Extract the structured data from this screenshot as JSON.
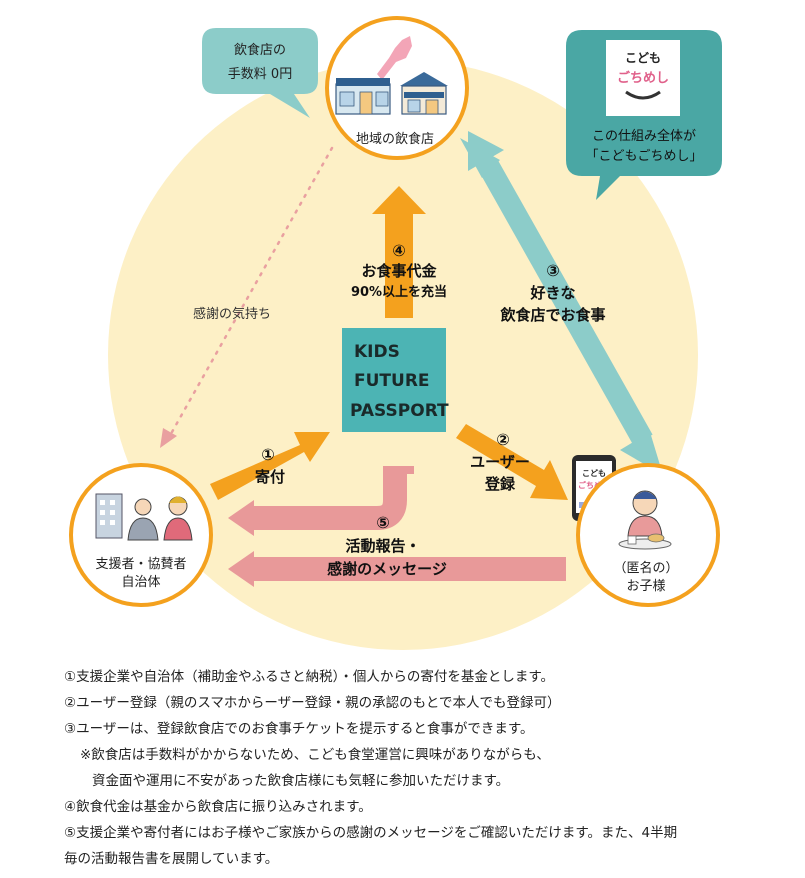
{
  "colors": {
    "orange": "#f4a11e",
    "circle_bg": "#fdf0c6",
    "teal": "#4aa7a4",
    "teal_arrow": "#8cccc9",
    "pink": "#e89999",
    "kids_box": "#4cb4b4",
    "dot_pink": "#e9a0a0"
  },
  "nodes": {
    "restaurant": {
      "label": "地域の飲食店",
      "icon": "restaurant-icon"
    },
    "supporter": {
      "label_line1": "支援者・協賛者",
      "label_line2": "自治体",
      "icon": "office-building-icon"
    },
    "child": {
      "label_line1": "（匿名の）",
      "label_line2": "お子様",
      "icon": "child-eating-icon"
    }
  },
  "callouts": {
    "fee_line1": "飲食店の",
    "fee_line2": "手数料 0円",
    "logo_line1": "こども",
    "logo_line2": "ごちめし",
    "system_line1": "この仕組み全体が",
    "system_line2": "「こどもごちめし」"
  },
  "center_box": {
    "line1": "KIDS",
    "line2": "FUTURE",
    "line3": "PASSPORT"
  },
  "phone_logo": {
    "line1": "こども",
    "line2": "ごちめし"
  },
  "steps": {
    "s1_num": "①",
    "s1_label": "寄付",
    "s2_num": "②",
    "s2_label1": "ユーザー",
    "s2_label2": "登録",
    "s3_num": "③",
    "s3_label1": "好きな",
    "s3_label2": "飲食店でお食事",
    "s4_num": "④",
    "s4_label1": "お食事代金",
    "s4_label2": "90%以上を充当",
    "s5_num": "⑤",
    "s5_label1": "活動報告・",
    "s5_label2": "感謝のメッセージ",
    "thanks": "感謝の気持ち"
  },
  "notes": [
    "①支援企業や自治体（補助金やふるさと納税）・個人からの寄付を基金とします。",
    "②ユーザー登録（親のスマホからーザー登録・親の承認のもとで本人でも登録可）",
    "③ユーザーは、登録飲食店でのお食事チケットを提示すると食事ができます。",
    "※飲食店は手数料がかからないため、こども食堂運営に興味がありながらも、",
    "資金面や運用に不安があった飲食店様にも気軽に参加いただけます。",
    "④飲食代金は基金から飲食店に振り込みされます。",
    "⑤支援企業や寄付者にはお子様やご家族からの感謝のメッセージをご確認いただけます。また、4半期",
    "毎の活動報告書を展開しています。"
  ]
}
